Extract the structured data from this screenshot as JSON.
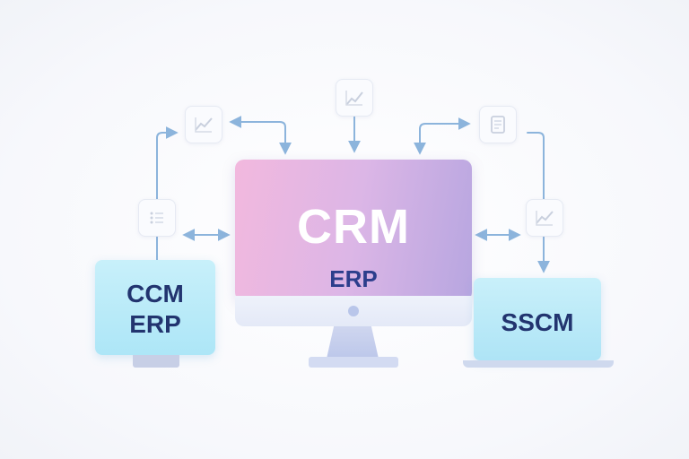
{
  "center_monitor": {
    "title": "CRM",
    "subtitle": "ERP"
  },
  "left_monitor": {
    "line1": "CCM",
    "line2": "ERP"
  },
  "right_laptop": {
    "title": "SSCM"
  },
  "icons": [
    "chart-icon",
    "list-icon",
    "chart-icon",
    "document-icon",
    "chart-icon"
  ],
  "colors": {
    "crm_gradient_start": "#f2b8de",
    "crm_gradient_end": "#b7a6e0",
    "side_screen": "#ade6f7",
    "arrow": "#8cb4dc",
    "label_dark": "#22346f"
  }
}
